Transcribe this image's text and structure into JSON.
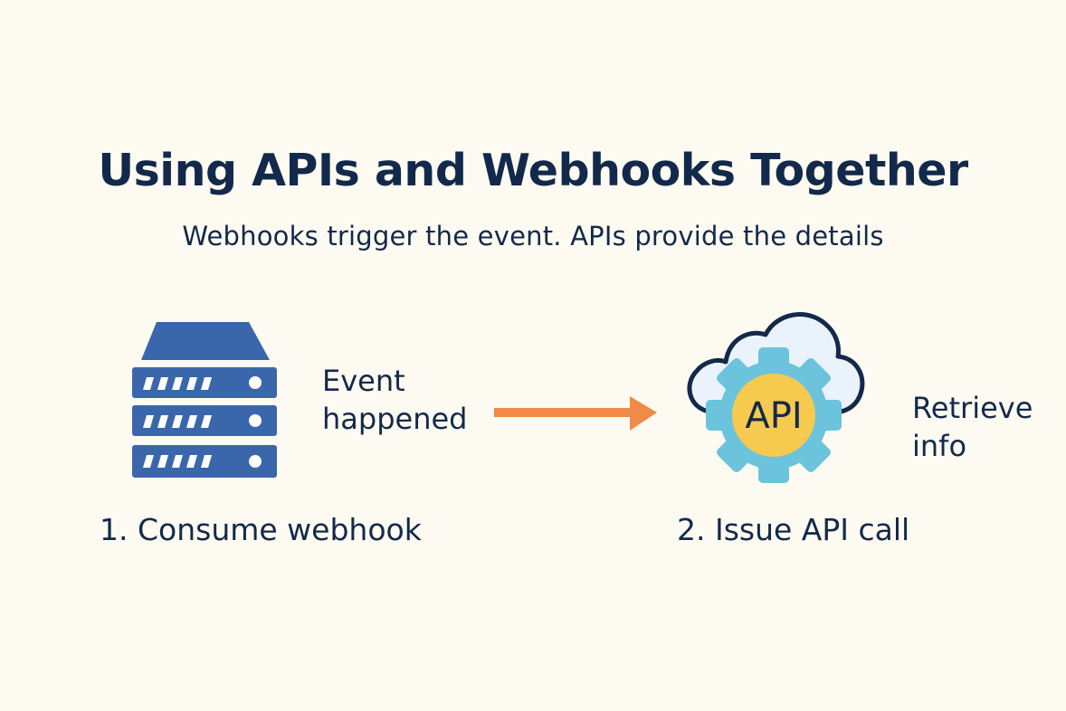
{
  "header": {
    "title": "Using APIs and Webhooks Together",
    "subtitle": "Webhooks trigger the event. APIs provide the details"
  },
  "webhook": {
    "event_label_line1": "Event",
    "event_label_line2": "happened",
    "step_label": "1. Consume webhook",
    "icon": "server-icon"
  },
  "api": {
    "badge_text": "API",
    "retrieve_label_line1": "Retrieve",
    "retrieve_label_line2": "info",
    "step_label": "2. Issue API call",
    "icon": "cloud-gear-api-icon"
  },
  "flow": {
    "icon": "arrow-right-icon"
  },
  "colors": {
    "background": "#fdfbf1",
    "text": "#13294b",
    "server_blue": "#3a67ab",
    "arrow_orange": "#ef8a48",
    "cloud_fill": "#eaf3fb",
    "cloud_outline": "#13294b",
    "gear_blue": "#6cc3dc",
    "api_yellow": "#f6c94f"
  }
}
